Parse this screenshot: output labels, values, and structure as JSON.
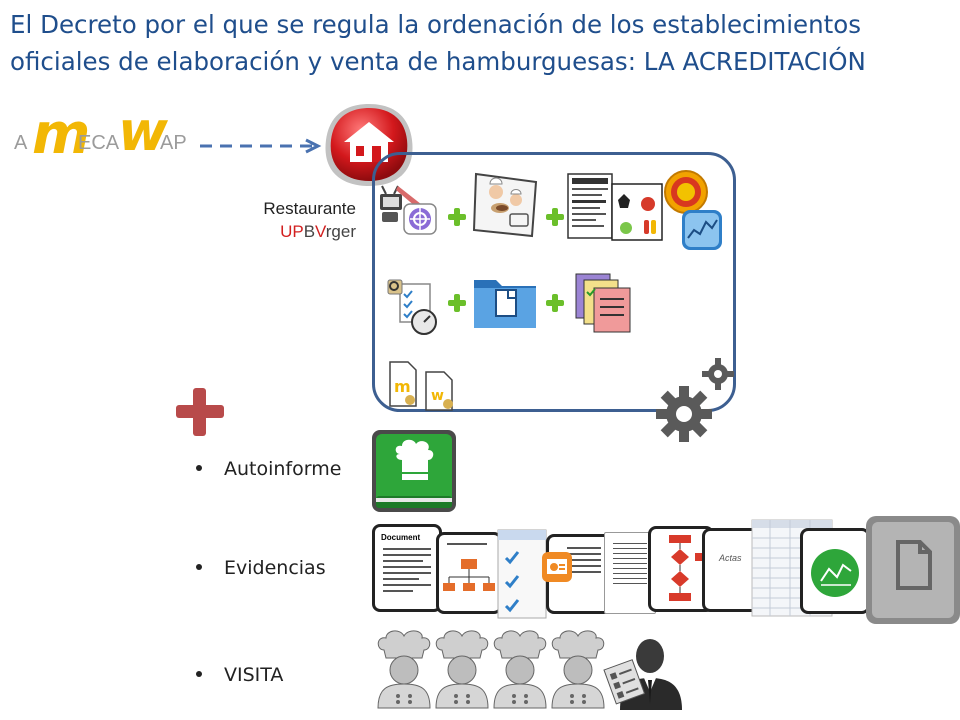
{
  "slide": {
    "title_line1": "El Decreto por el que se regula la ordenación de los establecimientos",
    "title_line2": "oficiales de elaboración y venta de hamburguesas: LA ACREDITACIÓN"
  },
  "logo": {
    "letter_a": "A",
    "arch_m": "m",
    "text_eca": "ECA",
    "arch_w": "w",
    "text_ap": "AP"
  },
  "restaurant": {
    "label": "Restaurante",
    "name_part1": "UP",
    "name_part2": "B",
    "name_part3": "V",
    "name_part4": "rger"
  },
  "bullets": {
    "item1": "Autoinforme",
    "item2": "Evidencias",
    "item3": "VISITA"
  },
  "evidence": {
    "doc_label": "Document",
    "actas_label": "Actas"
  },
  "icons": {
    "house": "house-icon",
    "tv": "tv-icon",
    "recycle": "recycle-icon",
    "chef": "chef-board-icon",
    "nutrition": "nutrition-facts-icon",
    "badge": "quality-badge-icon",
    "chart": "chart-icon",
    "checklist": "checklist-icon",
    "folder": "folder-icon",
    "documents": "documents-stack-icon",
    "certificates": "certificate-icon",
    "gears": "gears-icon",
    "book": "chef-book-icon",
    "chef_hat": "chef-person-icon",
    "inspector": "inspector-icon"
  },
  "colors": {
    "title": "#1f4e8c",
    "frame": "#3d5f91",
    "accent_red": "#d21f1f",
    "plus_green": "#6bbf2a",
    "plus_red": "#b84a4a",
    "arch_yellow": "#f2b705"
  }
}
